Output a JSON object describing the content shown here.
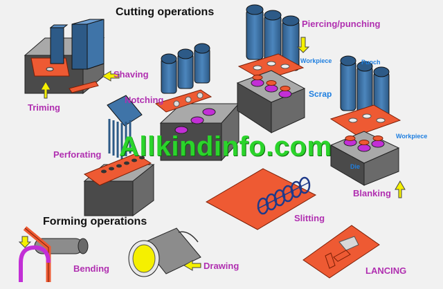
{
  "headings": {
    "cutting": "Cutting operations",
    "forming": "Forming operations"
  },
  "labels": {
    "shaving": "Shaving",
    "triming": "Triming",
    "notching": "Notching",
    "perforating": "Perforating",
    "piercing": "Piercing/punching",
    "workpiece_top": "Workpiece",
    "scrap": "Scrap",
    "punch": "Punch",
    "workpiece_right": "Workpiece",
    "die": "Die",
    "blanking": "Blanking",
    "slitting": "Slitting",
    "bending": "Bending",
    "drawing": "Drawing",
    "lancing": "LANCING"
  },
  "watermark": "Allkindinfo.com",
  "colors": {
    "label": "#b02fb0",
    "callout": "#1f7fe0",
    "watermark": "#2bd42b",
    "arrow": "#f5f000",
    "sheet": "#ee5a33",
    "punch": "#3f74a8",
    "die": "#8c8c8c",
    "hole": "#c22fd6"
  }
}
